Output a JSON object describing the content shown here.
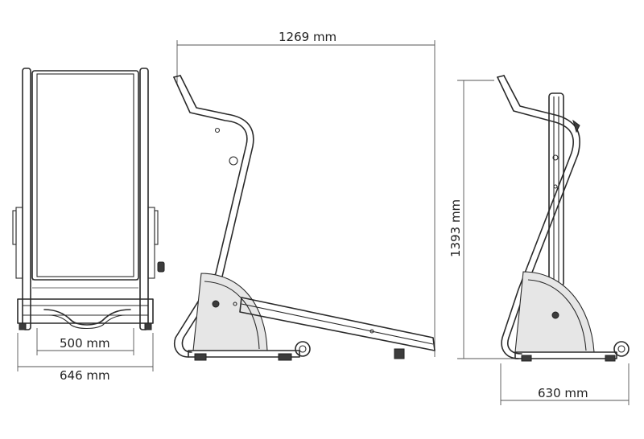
{
  "dimensions": {
    "overall_length": "1269 mm",
    "overall_height": "1393 mm",
    "overall_width_front": "646 mm",
    "belt_width": "500 mm",
    "folded_depth": "630 mm"
  }
}
